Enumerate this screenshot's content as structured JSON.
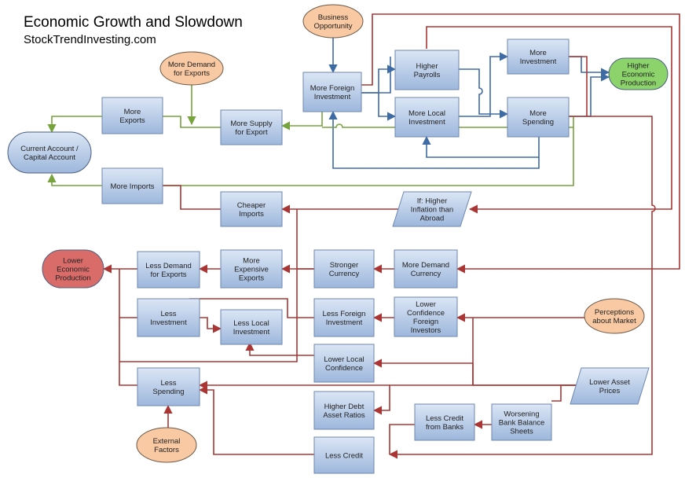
{
  "header": {
    "title": "Economic Growth and Slowdown",
    "subtitle": "StockTrendInvesting.com"
  },
  "colors": {
    "box_fill_top": "#dbe6f5",
    "box_fill_bottom": "#9db7dc",
    "box_stroke": "#6d87ad",
    "peach": "#f8c9a2",
    "green_oval": "#8bd36a",
    "red_oval": "#d96c69",
    "arrow_blue": "#3e6ba4",
    "arrow_green": "#77a33d",
    "arrow_red": "#a93635"
  },
  "nodes": {
    "business_opportunity": "Business\nOpportunity",
    "more_demand_exports": "More Demand\nfor Exports",
    "more_exports": "More\nExports",
    "current_account": "Current Account /\nCapital Account",
    "more_supply_export": "More Supply\nfor Export",
    "more_foreign_investment": "More Foreign\nInvestment",
    "higher_payrolls": "Higher\nPayrolls",
    "more_local_investment": "More Local\nInvestment",
    "more_investment": "More\nInvestment",
    "more_spending": "More\nSpending",
    "higher_economic_production": "Higher\nEconomic\nProduction",
    "more_imports": "More Imports",
    "cheaper_imports": "Cheaper\nImports",
    "higher_inflation": "If: Higher\nInflation than\nAbroad",
    "lower_economic_production": "Lower\nEconomic\nProduction",
    "less_demand_exports": "Less Demand\nfor Exports",
    "more_expensive_exports": "More\nExpensive\nExports",
    "stronger_currency": "Stronger\nCurrency",
    "more_demand_currency": "More Demand\nCurrency",
    "less_investment": "Less\nInvestment",
    "less_local_investment": "Less Local\nInvestment",
    "less_foreign_investment": "Less Foreign\nInvestment",
    "lower_confidence_foreign": "Lower\nConfidence\nForeign\nInvestors",
    "perceptions_market": "Perceptions\nabout Market",
    "lower_local_confidence": "Lower Local\nConfidence",
    "less_spending": "Less\nSpending",
    "lower_asset_prices": "Lower Asset\nPrices",
    "higher_debt_asset": "Higher Debt\nAsset Ratios",
    "less_credit_banks": "Less Credit\nfrom Banks",
    "worsening_bank": "Worsening\nBank Balance\nSheets",
    "external_factors": "External\nFactors",
    "less_credit": "Less Credit"
  }
}
